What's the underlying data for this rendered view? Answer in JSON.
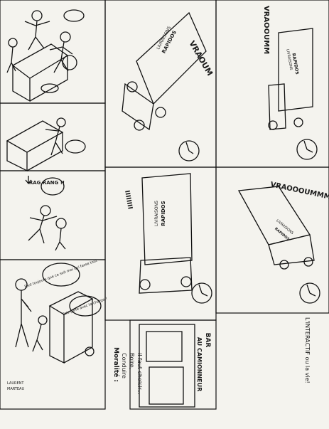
{
  "panels": {
    "bottom_left": {
      "bubble_text": "Faut toujours que ce soit moi qui fasse tout",
      "author_line1": "LAURENT",
      "author_line2": "MARTEAU"
    },
    "middle_left": {
      "onomatopoeia": "RAG RANG !!"
    },
    "bottom_middle_left": {
      "bubble_text": "Fais gaffe avec ta charge !"
    },
    "truck_sign": {
      "line1": "LIVRAISONS",
      "line2": "RAPIDOS"
    },
    "sounds": {
      "vraoum_left": "VRAOUM",
      "vraoum_right": "VRAOOUMM",
      "vraoum_small": "VRAOOOUMMM",
      "honk": "IIIIIIII"
    },
    "bar_sign": {
      "line1": "BAR",
      "line2": "AU CAMIONNEUR"
    },
    "moral": {
      "title": "Moralité :",
      "line1": "Conduire",
      "line2": "Boire,",
      "line3": "il faut choisir..."
    },
    "caption": "L'INTERACTIF ou la vie!"
  }
}
